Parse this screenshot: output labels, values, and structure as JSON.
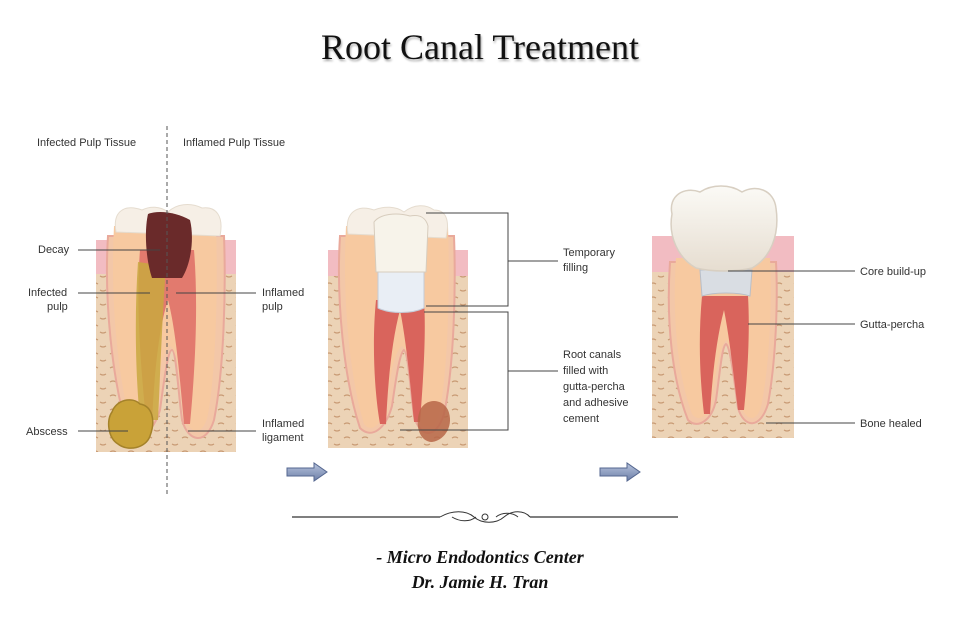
{
  "title": "Root Canal Treatment",
  "panel1": {
    "header_left": "Infected Pulp Tissue",
    "header_right": "Inflamed Pulp Tissue",
    "labels": {
      "decay": "Decay",
      "infected_pulp": [
        "Infected",
        "pulp"
      ],
      "abscess": "Abscess",
      "inflamed_pulp": [
        "Inflamed",
        "pulp"
      ],
      "inflamed_ligament": [
        "Inflamed",
        "ligament"
      ]
    }
  },
  "panel2": {
    "labels": {
      "temporary_filling": [
        "Temporary",
        "filling"
      ],
      "root_canals": [
        "Root canals",
        "filled with",
        "gutta-percha",
        "and adhesive",
        "cement"
      ]
    }
  },
  "panel3": {
    "labels": {
      "core_buildup": "Core build-up",
      "gutta_percha": "Gutta-percha",
      "bone_healed": "Bone healed"
    }
  },
  "credit": {
    "line1": "- Micro Endodontics Center",
    "line2": "Dr. Jamie H. Tran"
  },
  "colors": {
    "bone": "#ecd2b4",
    "gum": "#f2bcc2",
    "tooth": "#f7c9a0",
    "enamel": "#f6efe6",
    "pulp": "#e27a6e",
    "decay": "#6a2a2a",
    "infection": "#c9a840",
    "arrow": "#7f8fb5"
  }
}
